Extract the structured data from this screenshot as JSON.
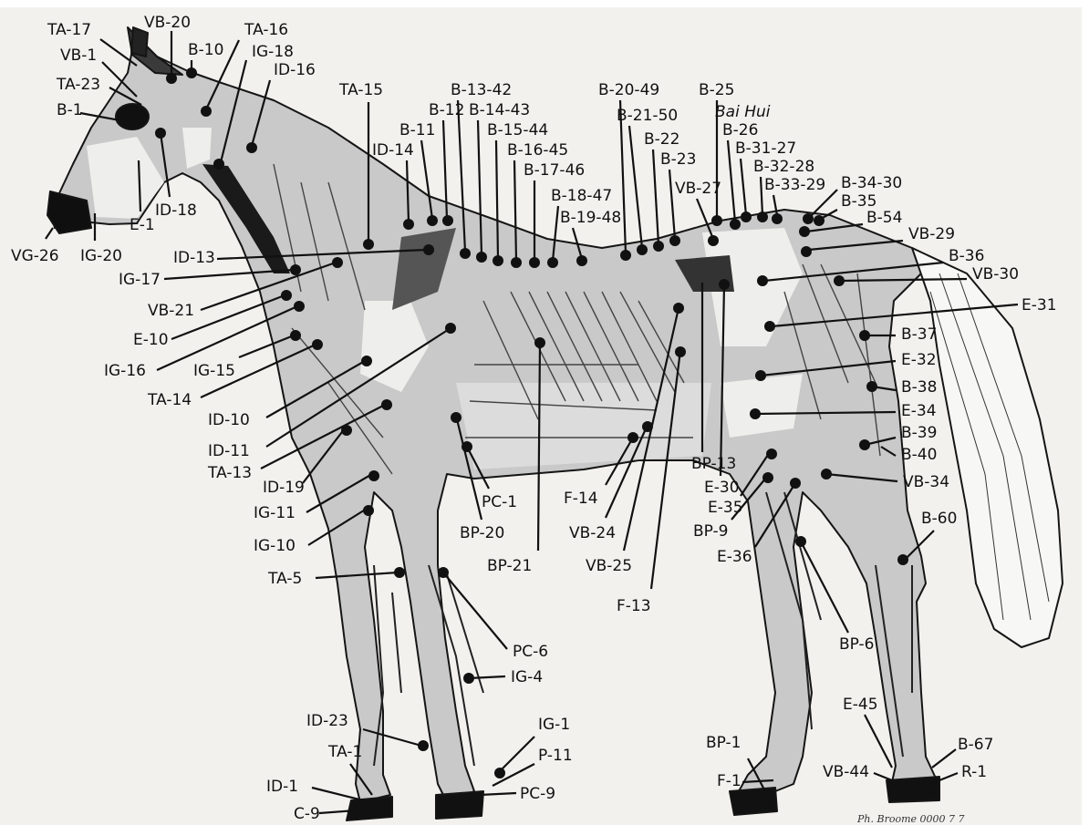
{
  "figure": {
    "colors": {
      "paper": "#f2f1ee",
      "muscle": "#c9c9c9",
      "muscle_dark": "#9e9e9e",
      "outline": "#151515",
      "text": "#111111"
    },
    "signature": "Ph. Broome 0000 7 7"
  },
  "acupoints": [
    {
      "id": "ta17",
      "label": "TA-17"
    },
    {
      "id": "vb20",
      "label": "VB-20"
    },
    {
      "id": "ta16",
      "label": "TA-16"
    },
    {
      "id": "b10",
      "label": "B-10"
    },
    {
      "id": "ig18",
      "label": "IG-18"
    },
    {
      "id": "vb1",
      "label": "VB-1"
    },
    {
      "id": "id16",
      "label": "ID-16"
    },
    {
      "id": "ta23",
      "label": "TA-23"
    },
    {
      "id": "b1",
      "label": "B-1"
    },
    {
      "id": "id18",
      "label": "ID-18"
    },
    {
      "id": "e1",
      "label": "E-1"
    },
    {
      "id": "vg26",
      "label": "VG-26"
    },
    {
      "id": "ig20",
      "label": "IG-20"
    },
    {
      "id": "ta15",
      "label": "TA-15"
    },
    {
      "id": "b12",
      "label": "B-12"
    },
    {
      "id": "b11",
      "label": "B-11"
    },
    {
      "id": "id14",
      "label": "ID-14"
    },
    {
      "id": "b1342",
      "label": "B-13-42"
    },
    {
      "id": "b1443",
      "label": "B-14-43"
    },
    {
      "id": "b1544",
      "label": "B-15-44"
    },
    {
      "id": "b1645",
      "label": "B-16-45"
    },
    {
      "id": "b1746",
      "label": "B-17-46"
    },
    {
      "id": "b1847",
      "label": "B-18-47"
    },
    {
      "id": "b1948",
      "label": "B-19-48"
    },
    {
      "id": "b2049",
      "label": "B-20-49"
    },
    {
      "id": "b2150",
      "label": "B-21-50"
    },
    {
      "id": "b22",
      "label": "B-22"
    },
    {
      "id": "b23",
      "label": "B-23"
    },
    {
      "id": "b25",
      "label": "B-25"
    },
    {
      "id": "baihui",
      "label": "Bai Hui"
    },
    {
      "id": "b26",
      "label": "B-26"
    },
    {
      "id": "b3127",
      "label": "B-31-27"
    },
    {
      "id": "b3228",
      "label": "B-32-28"
    },
    {
      "id": "b3329",
      "label": "B-33-29"
    },
    {
      "id": "b3430",
      "label": "B-34-30"
    },
    {
      "id": "vb27",
      "label": "VB-27"
    },
    {
      "id": "b35",
      "label": "B-35"
    },
    {
      "id": "b54",
      "label": "B-54"
    },
    {
      "id": "vb29",
      "label": "VB-29"
    },
    {
      "id": "b36",
      "label": "B-36"
    },
    {
      "id": "vb30",
      "label": "VB-30"
    },
    {
      "id": "e31",
      "label": "E-31"
    },
    {
      "id": "id13",
      "label": "ID-13"
    },
    {
      "id": "ig17",
      "label": "IG-17"
    },
    {
      "id": "vb21",
      "label": "VB-21"
    },
    {
      "id": "e10",
      "label": "E-10"
    },
    {
      "id": "ig16",
      "label": "IG-16"
    },
    {
      "id": "ig15",
      "label": "IG-15"
    },
    {
      "id": "ta14",
      "label": "TA-14"
    },
    {
      "id": "id10",
      "label": "ID-10"
    },
    {
      "id": "id11",
      "label": "ID-11"
    },
    {
      "id": "ta13",
      "label": "TA-13"
    },
    {
      "id": "id19",
      "label": "ID-19"
    },
    {
      "id": "ig11",
      "label": "IG-11"
    },
    {
      "id": "ig10",
      "label": "IG-10"
    },
    {
      "id": "ta5",
      "label": "TA-5"
    },
    {
      "id": "pc1",
      "label": "PC-1"
    },
    {
      "id": "bp20",
      "label": "BP-20"
    },
    {
      "id": "bp21",
      "label": "BP-21"
    },
    {
      "id": "f14",
      "label": "F-14"
    },
    {
      "id": "vb24",
      "label": "VB-24"
    },
    {
      "id": "vb25",
      "label": "VB-25"
    },
    {
      "id": "f13",
      "label": "F-13"
    },
    {
      "id": "bp13",
      "label": "BP-13"
    },
    {
      "id": "e30",
      "label": "E-30"
    },
    {
      "id": "e35",
      "label": "E-35"
    },
    {
      "id": "bp9",
      "label": "BP-9"
    },
    {
      "id": "e36",
      "label": "E-36"
    },
    {
      "id": "b37",
      "label": "B-37"
    },
    {
      "id": "e32",
      "label": "E-32"
    },
    {
      "id": "b38",
      "label": "B-38"
    },
    {
      "id": "e34",
      "label": "E-34"
    },
    {
      "id": "b39",
      "label": "B-39"
    },
    {
      "id": "b40",
      "label": "B-40"
    },
    {
      "id": "vb34",
      "label": "VB-34"
    },
    {
      "id": "b60",
      "label": "B-60"
    },
    {
      "id": "bp6",
      "label": "BP-6"
    },
    {
      "id": "pc6",
      "label": "PC-6"
    },
    {
      "id": "ig4",
      "label": "IG-4"
    },
    {
      "id": "id23",
      "label": "ID-23"
    },
    {
      "id": "ta1",
      "label": "TA-1"
    },
    {
      "id": "id1",
      "label": "ID-1"
    },
    {
      "id": "c9",
      "label": "C-9"
    },
    {
      "id": "ig1",
      "label": "IG-1"
    },
    {
      "id": "p11",
      "label": "P-11"
    },
    {
      "id": "pc9",
      "label": "PC-9"
    },
    {
      "id": "bp1",
      "label": "BP-1"
    },
    {
      "id": "f1",
      "label": "F-1"
    },
    {
      "id": "e45",
      "label": "E-45"
    },
    {
      "id": "vb44",
      "label": "VB-44"
    },
    {
      "id": "b67",
      "label": "B-67"
    },
    {
      "id": "r1",
      "label": "R-1"
    }
  ]
}
